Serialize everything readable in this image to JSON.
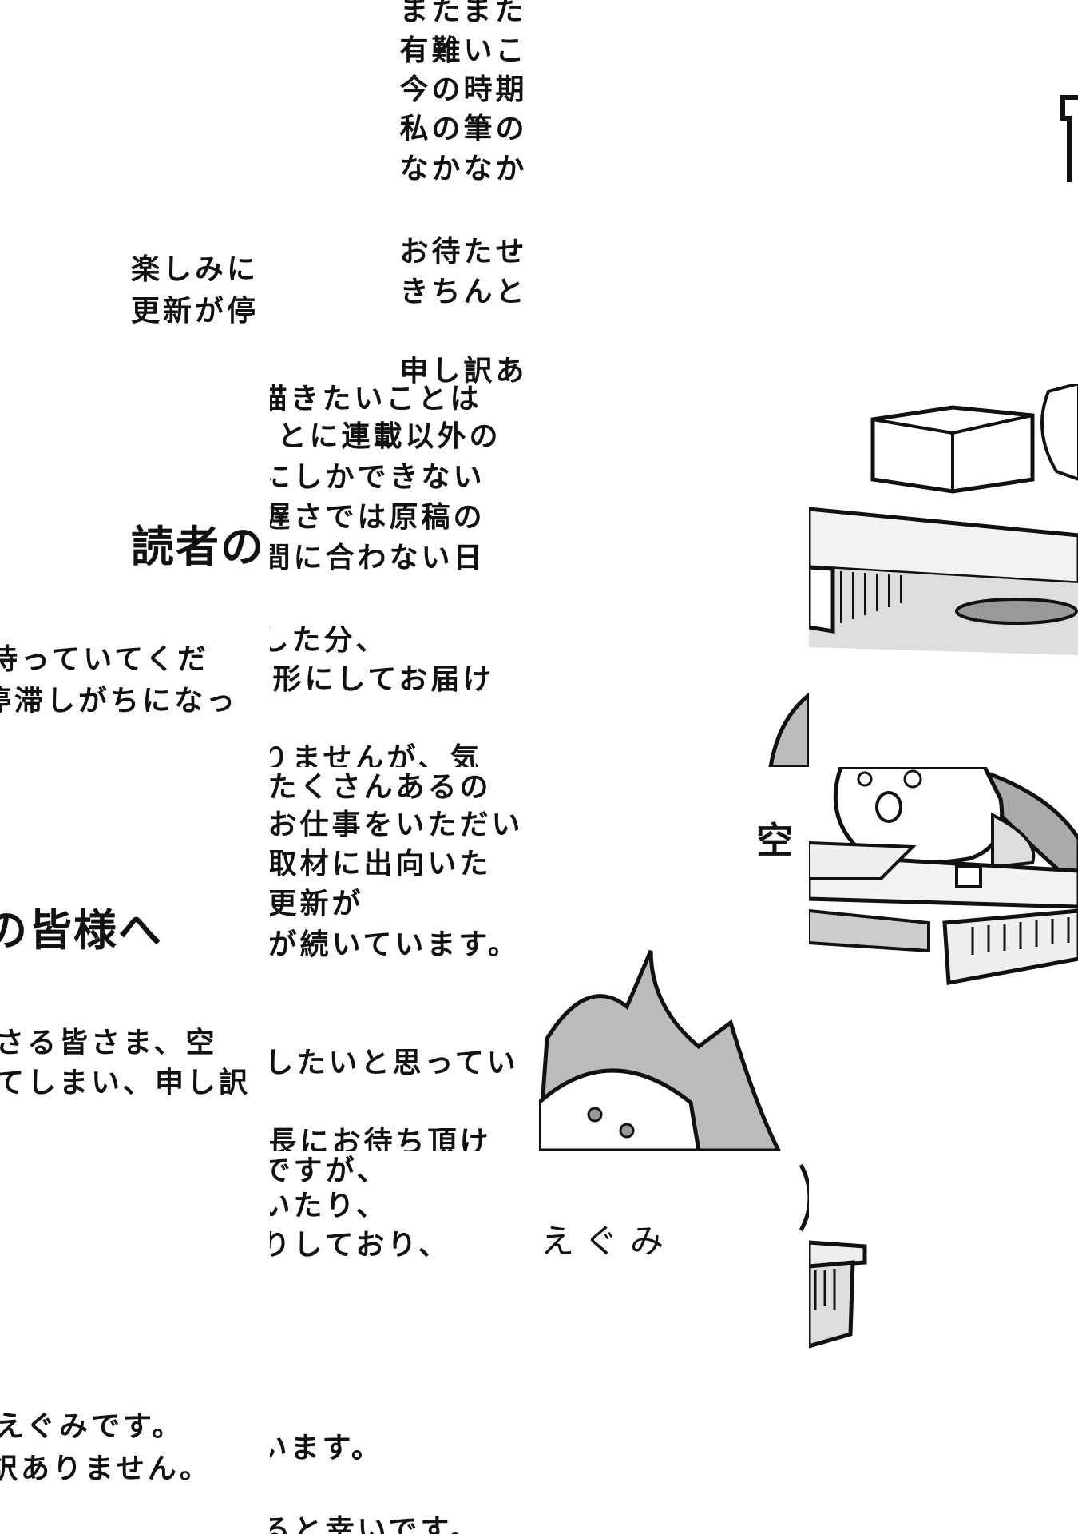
{
  "tiles": {
    "r0c0": [
      "楽しみに",
      "更新が停"
    ],
    "r0c1": [
      "またまた",
      "有難いこ",
      "今の時期",
      "私の筆の",
      "なかなか",
      "お待たせ",
      "きちんと",
      "申し訳あ"
    ],
    "r1c0": {
      "heading": "読者の",
      "lines": [
        "待っていてくだ",
        "停滞しがちになっ"
      ]
    },
    "r1c1": [
      "描きたいことは",
      "とに連載以外の",
      "にしかできない",
      "遅さでは原稿の",
      "間に合わない日",
      "した分、",
      "形にしてお届け",
      "りませんが、気"
    ],
    "r2c0": {
      "heading": "の皆様へ",
      "lines": [
        "さる皆さま、空",
        "てしまい、申し訳"
      ]
    },
    "r2c1": [
      "たくさんあるの",
      "お仕事をいただい",
      "取材に出向いた",
      "更新が",
      "が続いています。",
      "したいと思ってい",
      "長にお待ち頂け"
    ],
    "r2c2": {
      "heading": "空"
    },
    "r3c0": [
      "えぐみです。",
      "訳ありません。"
    ],
    "r3c1": [
      "ですが、",
      "いたり、",
      "りしており、",
      "います。",
      "ると幸いです。"
    ],
    "r3c2": {
      "signature": "えぐみ"
    }
  }
}
